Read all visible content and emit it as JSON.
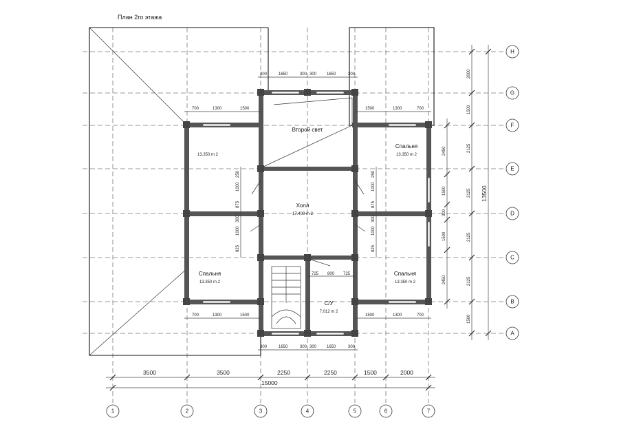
{
  "title": "План 2го этажа",
  "axes": {
    "vertical": [
      "1",
      "2",
      "3",
      "4",
      "5",
      "6",
      "7"
    ],
    "horizontal": [
      "A",
      "B",
      "C",
      "D",
      "E",
      "F",
      "G",
      "H"
    ]
  },
  "dims_bottom": {
    "segments": [
      "3500",
      "3500",
      "2250",
      "2250",
      "1500",
      "2000"
    ],
    "total": "15000"
  },
  "dims_right": {
    "segments": [
      "2000",
      "1500",
      "2125",
      "2125",
      "2125",
      "2125",
      "1500"
    ],
    "total": "13500"
  },
  "dims_right_inner": {
    "upper": [
      "2450",
      "1500",
      "300",
      "1500",
      "2450"
    ]
  },
  "dims_top_wall": [
    "300",
    "1650",
    "300",
    "300",
    "1650",
    "300"
  ],
  "dims_bottom_wall": [
    "300",
    "1650",
    "300",
    "300",
    "1650",
    "300"
  ],
  "dims_left_upper": [
    "700",
    "1300",
    "1500"
  ],
  "dims_left_lower": [
    "700",
    "1300",
    "1500"
  ],
  "dims_right_upper": [
    "1500",
    "1300",
    "700"
  ],
  "dims_right_lower": [
    "1500",
    "1300",
    "700"
  ],
  "dims_vert_left": [
    "250",
    "1000",
    "875",
    "300",
    "1000",
    "825"
  ],
  "dims_vert_mid": [
    "250",
    "1000",
    "875",
    "300",
    "1000",
    "825"
  ],
  "dims_bathroom": [
    "725",
    "800",
    "725"
  ],
  "rooms": {
    "second_light": "Второй свет",
    "bedroom_tl_area": "13.350 m 2",
    "bedroom_tr_name": "Спальня",
    "bedroom_tr_area": "13.350 m 2",
    "hall_name": "Холл",
    "hall_area": "17.400 m 2",
    "bedroom_bl_name": "Спальня",
    "bedroom_bl_area": "13.350 m 2",
    "bedroom_br_name": "Спальня",
    "bedroom_br_area": "13.350 m 2",
    "bath_name": "С/У",
    "bath_area": "7.012 m 2"
  }
}
